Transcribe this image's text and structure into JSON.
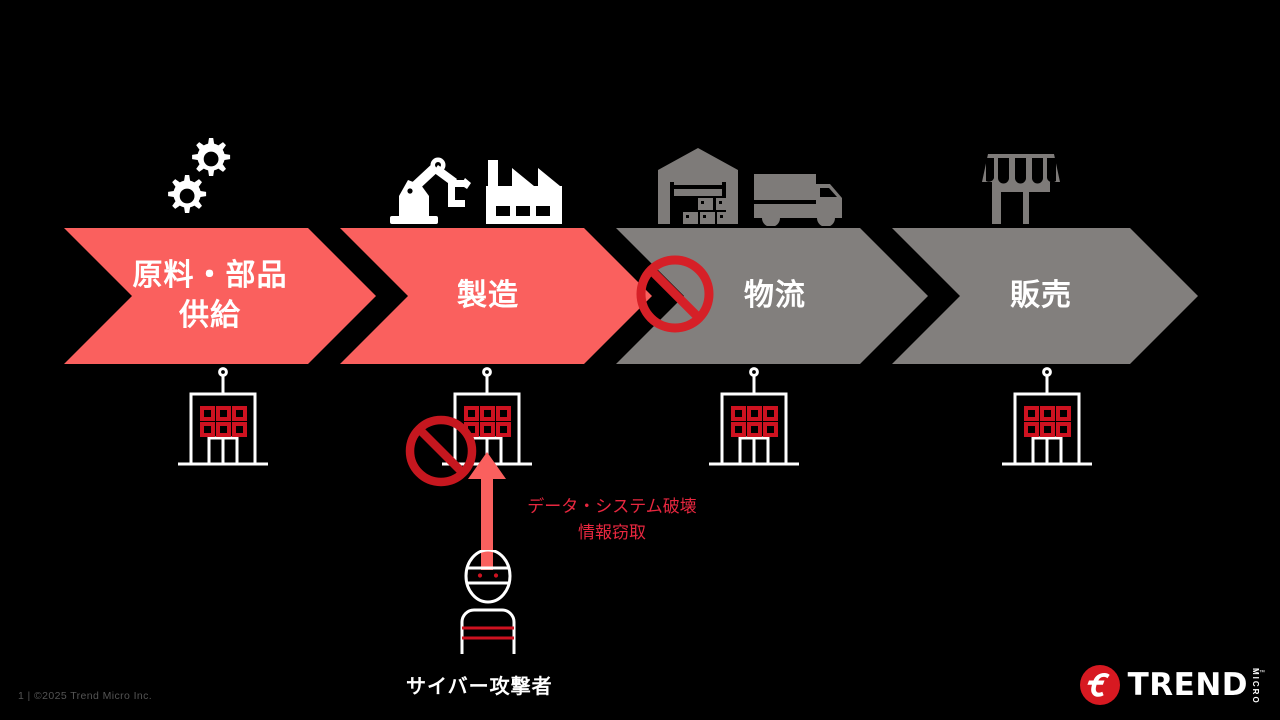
{
  "slide": {
    "background_color": "#000000",
    "stages": [
      {
        "id": "supply",
        "label": "原料・部品\n供給",
        "label_line1": "原料・部品",
        "label_line2": "供給",
        "color": "#FA605E",
        "state": "impacted",
        "icon": "gears-icon"
      },
      {
        "id": "manufacturing",
        "label": "製造",
        "label_line1": "製造",
        "label_line2": "",
        "color": "#FA605E",
        "state": "impacted",
        "icon": "robot-arm-factory-icon"
      },
      {
        "id": "logistics",
        "label": "物流",
        "label_line1": "物流",
        "label_line2": "",
        "color": "#827F7D",
        "state": "blocked",
        "icon": "warehouse-truck-icon"
      },
      {
        "id": "retail",
        "label": "販売",
        "label_line1": "販売",
        "label_line2": "",
        "color": "#827F7D",
        "state": "normal",
        "icon": "storefront-icon"
      }
    ],
    "blocked_markers": [
      {
        "for": "logistics",
        "name": "no-entry-sign-logistics"
      },
      {
        "for": "manufacturing",
        "name": "no-entry-sign-manufacturing-site"
      }
    ],
    "facilities": [
      {
        "id": "facility-supply",
        "name": "factory-building-icon"
      },
      {
        "id": "facility-manufacturing",
        "name": "factory-building-icon"
      },
      {
        "id": "facility-logistics",
        "name": "factory-building-icon"
      },
      {
        "id": "facility-retail",
        "name": "factory-building-icon"
      }
    ],
    "attack": {
      "arrow_color": "#FA605E",
      "impact_line1": "データ・システム破壊",
      "impact_line2": "情報窃取",
      "impact_text_color": "#E8273F",
      "actor_label": "サイバー攻撃者",
      "actor_label_color": "#FFFFFF"
    },
    "footer": {
      "copyright": "1 | ©2025 Trend Micro Inc.",
      "logo_word": "TREND",
      "logo_sub": "MICRO",
      "logo_tm": "™",
      "brand_red": "#D71921"
    }
  }
}
